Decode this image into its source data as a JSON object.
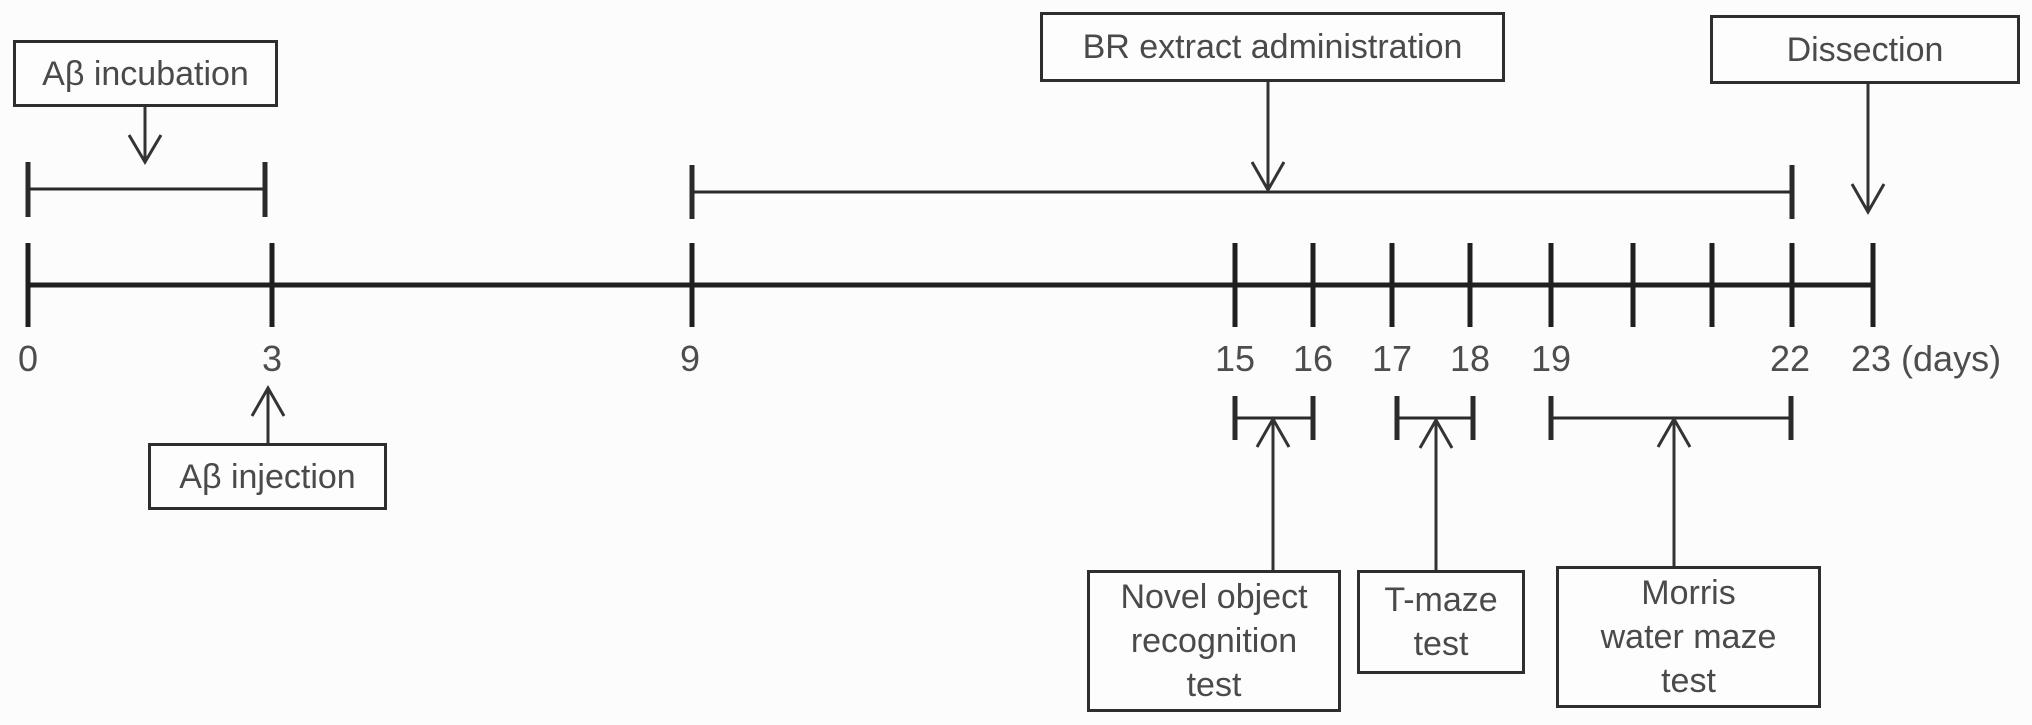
{
  "figure": {
    "type": "experimental-timeline",
    "unit_label": "(days)"
  },
  "timeline": {
    "tick_days": [
      0,
      3,
      9,
      15,
      16,
      17,
      18,
      19,
      20,
      21,
      22,
      23
    ],
    "axis_labels": [
      {
        "text": "0"
      },
      {
        "text": "3"
      },
      {
        "text": "9"
      },
      {
        "text": "15"
      },
      {
        "text": "16"
      },
      {
        "text": "17"
      },
      {
        "text": "18"
      },
      {
        "text": "19"
      },
      {
        "text": "22"
      },
      {
        "text": "23 (days)"
      }
    ],
    "events": [
      {
        "name": "Aβ incubation",
        "from_day": 0,
        "to_day": 3,
        "position": "above-axis"
      },
      {
        "name": "Aβ injection",
        "day": 3,
        "position": "below-axis"
      },
      {
        "name": "BR extract administration",
        "from_day": 9,
        "to_day": 22,
        "position": "above-axis"
      },
      {
        "name": "Dissection",
        "day": 23,
        "position": "above-axis"
      },
      {
        "name": "Novel object recognition test",
        "from_day": 15,
        "to_day": 16,
        "position": "below-axis"
      },
      {
        "name": "T-maze test",
        "from_day": 17,
        "to_day": 18,
        "position": "below-axis"
      },
      {
        "name": "Morris water maze test",
        "from_day": 19,
        "to_day": 22,
        "position": "below-axis"
      }
    ]
  },
  "boxes": {
    "ab_incubation": {
      "label": "Aβ incubation"
    },
    "br_extract": {
      "label": "BR extract administration"
    },
    "dissection": {
      "label": "Dissection"
    },
    "ab_injection": {
      "label": "Aβ injection"
    },
    "novel_object": {
      "lines": [
        "Novel object",
        "recognition",
        "test"
      ]
    },
    "t_maze": {
      "lines": [
        "T-maze",
        "test"
      ]
    },
    "morris": {
      "lines": [
        "Morris",
        "water maze",
        "test"
      ]
    }
  },
  "colors": {
    "axis": "#1f1f1f",
    "bracket": "#2a2a2a",
    "arrow": "#333333",
    "box_border": "#2e2e2e",
    "text": "#4a4a4a",
    "background": "#fcfcfc"
  }
}
